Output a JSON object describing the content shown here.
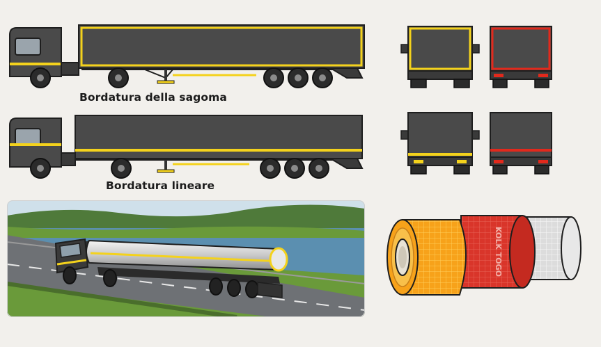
{
  "captions": {
    "outline": "Bordatura della sagoma",
    "linear": "Bordatura lineare"
  },
  "tape_text": "KOLK TOGO",
  "colors": {
    "background": "#f2f0ec",
    "truck_body": "#4a4a4a",
    "outline": "#1e1e1e",
    "reflective_yellow": "#f4d21c",
    "reflective_red": "#e2291c",
    "tape_orange": "#f7a21a",
    "tape_red": "#d9352a",
    "tape_white": "#dcdcdc",
    "sky": "#cfe0ea",
    "water": "#5b8fb0",
    "grass": "#6a9a3a"
  },
  "icons": [
    "truck-side-outline-icon",
    "truck-rear-yellow-icon",
    "truck-rear-red-icon",
    "truck-side-linear-icon",
    "tanker-truck-icon",
    "reflective-tape-rolls-icon"
  ]
}
